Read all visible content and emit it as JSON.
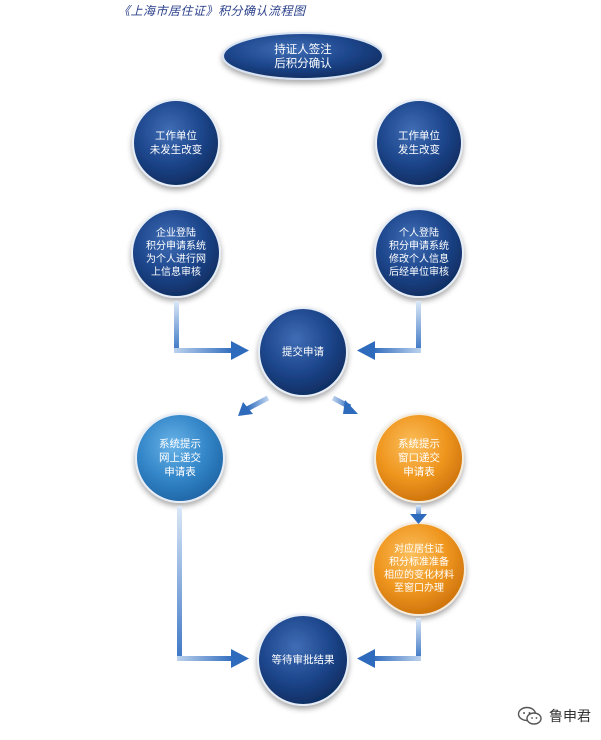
{
  "title": "《上海市居住证》积分确认流程图",
  "nodes": {
    "start": "持证人签注\n后积分确认",
    "unchanged": "工作单位\n未发生改变",
    "changed": "工作单位\n发生改变",
    "enterprise_login": "企业登陆\n积分申请系统\n为个人进行网\n上信息审核",
    "personal_login": "个人登陆\n积分申请系统\n修改个人信息\n后经单位审核",
    "submit": "提交申请",
    "online_prompt": "系统提示\n网上递交\n申请表",
    "window_prompt": "系统提示\n窗口递交\n申请表",
    "materials": "对应居住证\n积分标准准备\n相应的变化材料\n至窗口办理",
    "result": "等待审批结果"
  },
  "colors": {
    "navy": "#163a78",
    "blue": "#2f7fc0",
    "orange": "#e88d1a",
    "arrow": "#3a78c8",
    "title": "#2a3f8a"
  },
  "watermark": {
    "icon": "wechat-icon",
    "text": "鲁申君"
  }
}
